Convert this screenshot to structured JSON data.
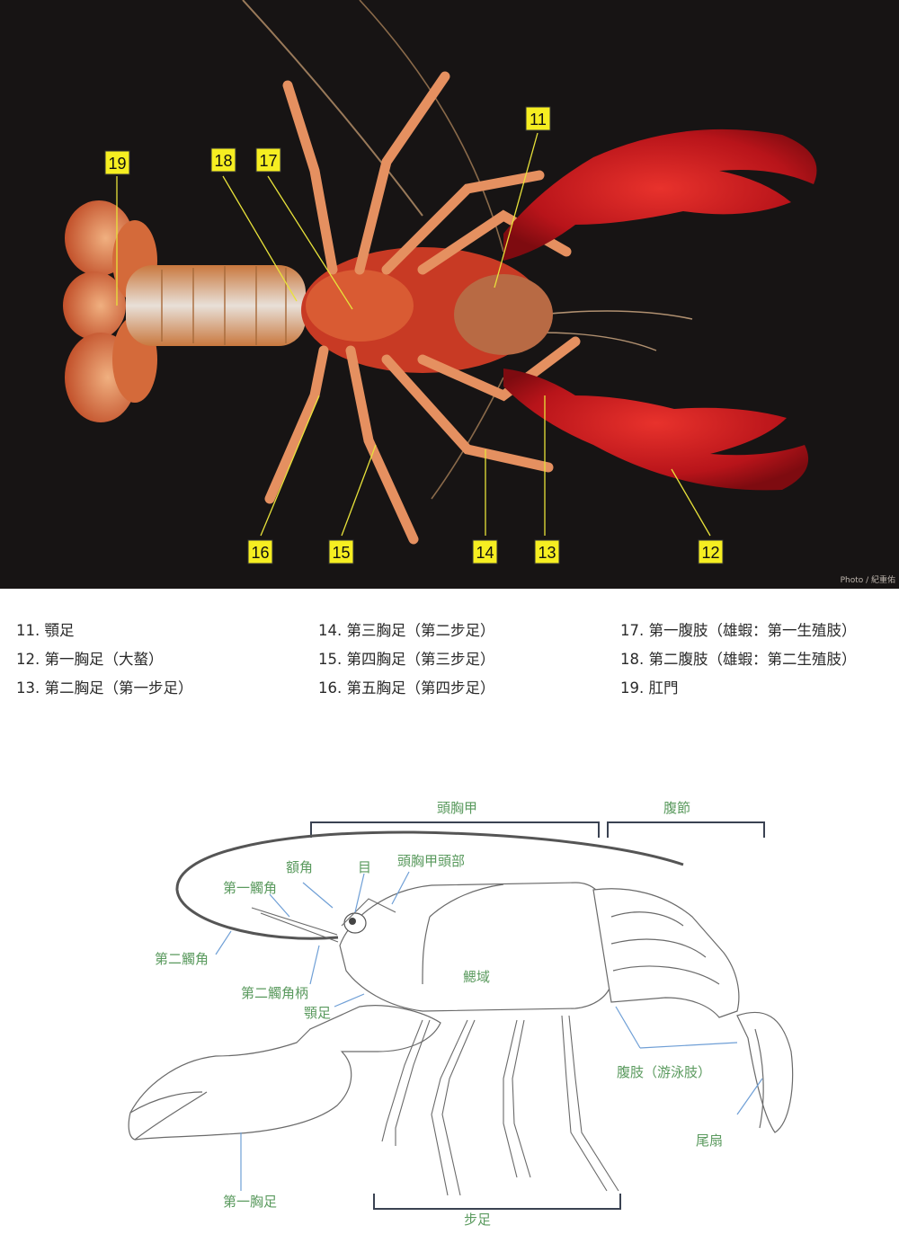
{
  "photo": {
    "credit": "Photo / 紀重佑",
    "markers": [
      "11",
      "12",
      "13",
      "14",
      "15",
      "16",
      "17",
      "18",
      "19"
    ]
  },
  "legend": {
    "col1": [
      "11. 顎足",
      "12. 第一胸足（大螯）",
      "13. 第二胸足（第一步足）"
    ],
    "col2": [
      "14. 第三胸足（第二步足）",
      "15. 第四胸足（第三步足）",
      "16. 第五胸足（第四步足）"
    ],
    "col3": [
      "17. 第一腹肢（雄蝦：第一生殖肢）",
      "18. 第二腹肢（雄蝦：第二生殖肢）",
      "19. 肛門"
    ]
  },
  "diagram": {
    "labels": {
      "cephalothorax": "頭胸甲",
      "abdomen": "腹節",
      "rostrum": "額角",
      "eye": "目",
      "head_region": "頭胸甲頭部",
      "antennule": "第一觸角",
      "antenna": "第二觸角",
      "gill_region": "鰓域",
      "antenna_peduncle": "第二觸角柄",
      "maxilliped": "顎足",
      "pleopods": "腹肢（游泳肢）",
      "tail_fan": "尾扇",
      "cheliped": "第一胸足",
      "walking_legs": "步足"
    }
  },
  "colors": {
    "marker_fill": "#f6ee21",
    "leader_line": "#e8e23a",
    "diagram_label": "#5a9a5e",
    "pointer_line": "#6f9fd6",
    "bracket": "#3a4252"
  }
}
